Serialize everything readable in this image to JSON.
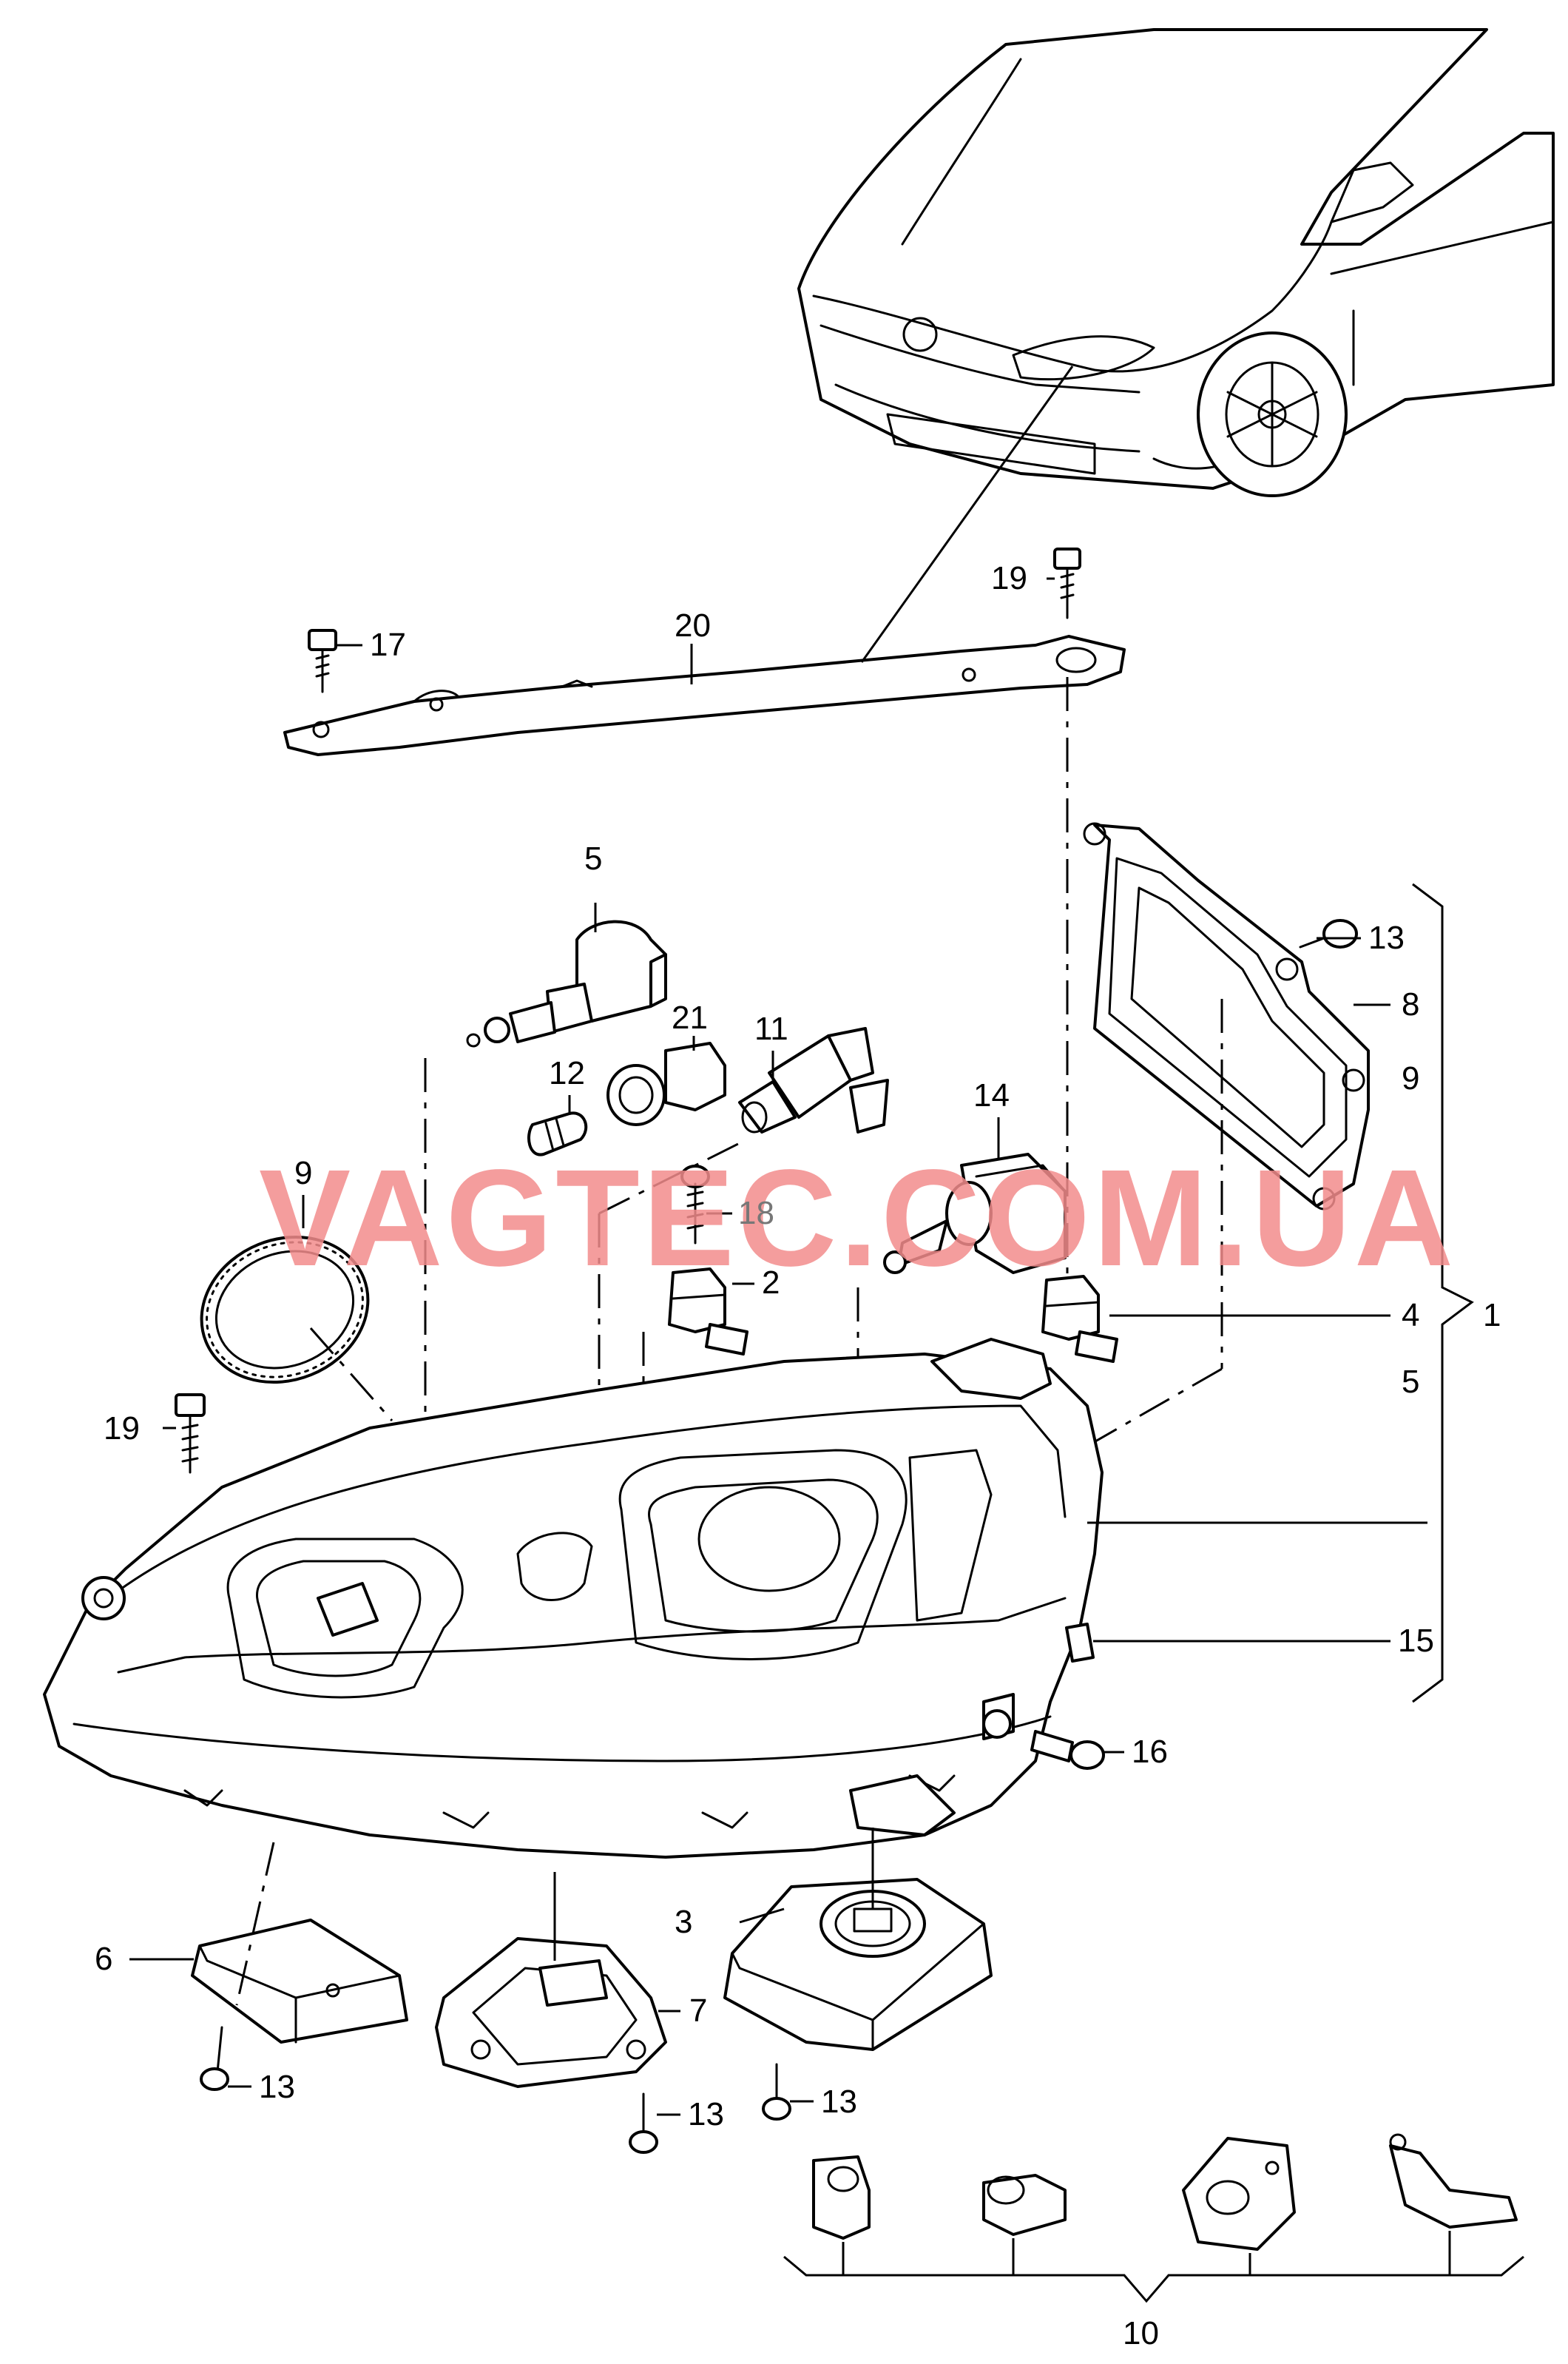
{
  "watermark": {
    "text": "VAGTEC.COM.UA",
    "color": "#f28c8c"
  },
  "callouts": [
    {
      "id": "c1",
      "label": "1"
    },
    {
      "id": "c2",
      "label": "2"
    },
    {
      "id": "c3",
      "label": "3"
    },
    {
      "id": "c4",
      "label": "4"
    },
    {
      "id": "c5a",
      "label": "5"
    },
    {
      "id": "c5b",
      "label": "5"
    },
    {
      "id": "c6",
      "label": "6"
    },
    {
      "id": "c7",
      "label": "7"
    },
    {
      "id": "c8",
      "label": "8"
    },
    {
      "id": "c9a",
      "label": "9"
    },
    {
      "id": "c9b",
      "label": "9"
    },
    {
      "id": "c10",
      "label": "10"
    },
    {
      "id": "c11",
      "label": "11"
    },
    {
      "id": "c12",
      "label": "12"
    },
    {
      "id": "c13a",
      "label": "13"
    },
    {
      "id": "c13b",
      "label": "13"
    },
    {
      "id": "c13c",
      "label": "13"
    },
    {
      "id": "c13d",
      "label": "13"
    },
    {
      "id": "c14",
      "label": "14"
    },
    {
      "id": "c15",
      "label": "15"
    },
    {
      "id": "c16",
      "label": "16"
    },
    {
      "id": "c17",
      "label": "17"
    },
    {
      "id": "c18",
      "label": "18"
    },
    {
      "id": "c19a",
      "label": "19"
    },
    {
      "id": "c19b",
      "label": "19"
    },
    {
      "id": "c20",
      "label": "20"
    },
    {
      "id": "c21",
      "label": "21"
    }
  ]
}
